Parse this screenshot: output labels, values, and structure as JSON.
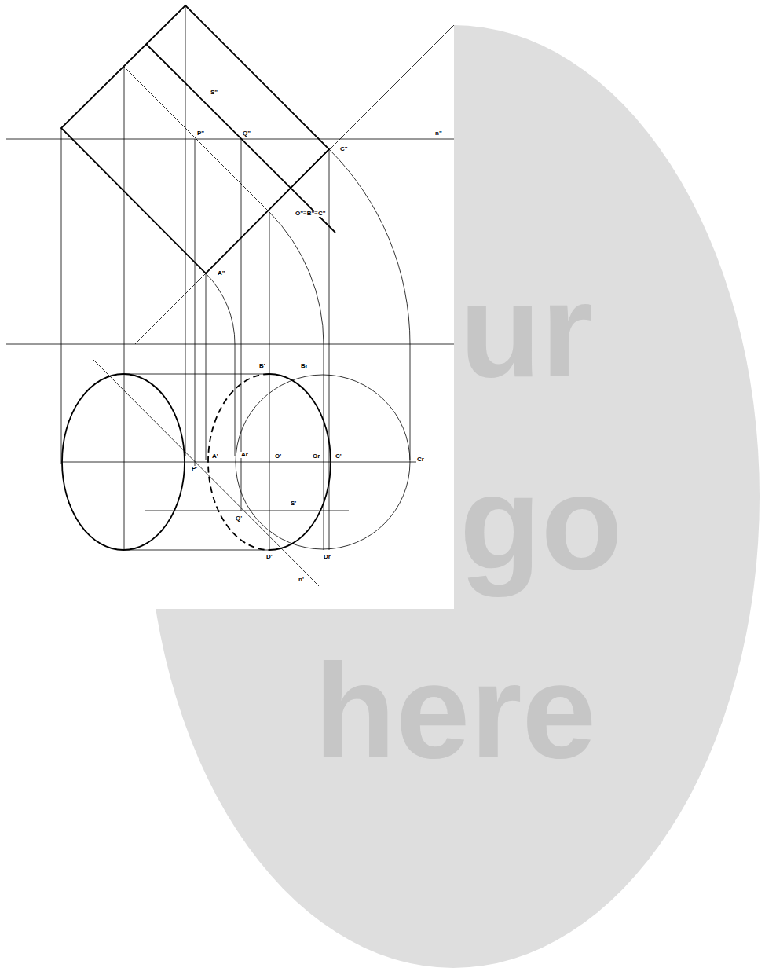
{
  "diagram": {
    "labels": [
      "S\"",
      "P\"",
      "Q\"",
      "n\"",
      "C\"",
      "O\"≡B\"≡C\"",
      "A\"",
      "B'",
      "Br",
      "A'",
      "Ar",
      "O'",
      "Or",
      "C'",
      "Cr",
      "P'",
      "S'",
      "Q'",
      "D'",
      "Dr",
      "n'",
      "ur",
      "go",
      "here"
    ]
  }
}
